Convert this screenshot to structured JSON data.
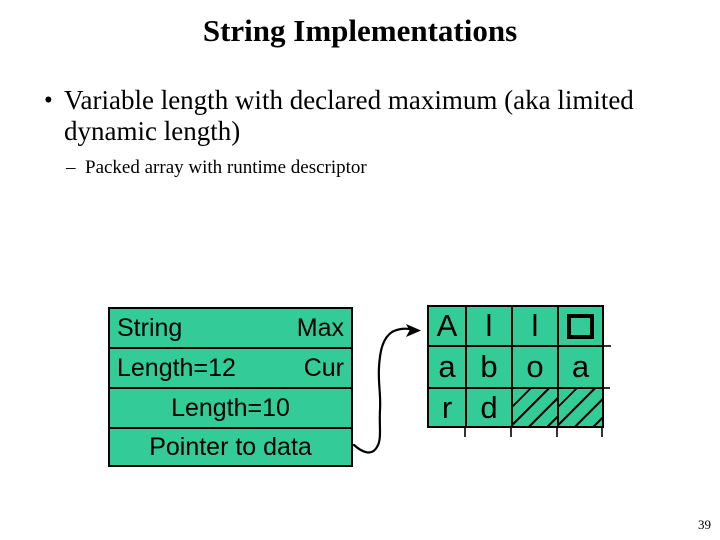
{
  "slide": {
    "title": "String Implementations",
    "page_number": "39",
    "background_color": "#ffffff"
  },
  "bullet": {
    "marker": "•",
    "text": "Variable length with declared maximum (aka limited dynamic length)"
  },
  "sub_bullet": {
    "marker": "–",
    "text": "Packed array with runtime descriptor"
  },
  "diagram": {
    "cell_fill_color": "#33cc99",
    "line_color": "#000000",
    "descriptor_record": {
      "rows": [
        {
          "left": "String",
          "right": "Max"
        },
        {
          "left": "Length=12",
          "right": "Cur"
        },
        {
          "center": "Length=10"
        },
        {
          "center": "Pointer to data"
        }
      ]
    },
    "memory_array": {
      "rows": [
        {
          "cells": [
            {
              "ch": "A"
            },
            {
              "ch": "l"
            },
            {
              "ch": "l"
            },
            {
              "icon": "blank-square"
            }
          ]
        },
        {
          "cells": [
            {
              "ch": "a"
            },
            {
              "ch": "b"
            },
            {
              "ch": "o"
            },
            {
              "ch": "a"
            }
          ]
        },
        {
          "cells": [
            {
              "ch": "r"
            },
            {
              "ch": "d"
            },
            {
              "icon": "hatch"
            },
            {
              "icon": "hatch"
            }
          ]
        }
      ]
    },
    "pointer_arrow_icon": "curved-arrow"
  }
}
